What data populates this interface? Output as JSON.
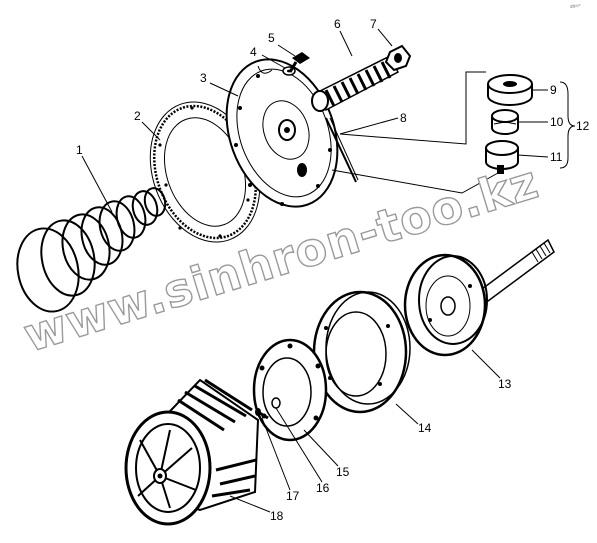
{
  "watermark": "www.sinhron-too.kz",
  "corner_mark": "sh²²°",
  "callouts": [
    {
      "id": "1",
      "text": "1"
    },
    {
      "id": "2",
      "text": "2"
    },
    {
      "id": "3",
      "text": "3"
    },
    {
      "id": "4",
      "text": "4"
    },
    {
      "id": "5",
      "text": "5"
    },
    {
      "id": "6",
      "text": "6"
    },
    {
      "id": "7",
      "text": "7"
    },
    {
      "id": "8",
      "text": "8"
    },
    {
      "id": "9",
      "text": "9"
    },
    {
      "id": "10",
      "text": "10"
    },
    {
      "id": "11",
      "text": "11"
    },
    {
      "id": "12",
      "text": "12"
    },
    {
      "id": "13",
      "text": "13"
    },
    {
      "id": "14",
      "text": "14"
    },
    {
      "id": "15",
      "text": "15"
    },
    {
      "id": "16",
      "text": "16"
    },
    {
      "id": "17",
      "text": "17"
    },
    {
      "id": "18",
      "text": "18"
    }
  ],
  "colors": {
    "ink": "#000000",
    "watermark_outline": "#9a9a9a",
    "background": "#ffffff"
  }
}
